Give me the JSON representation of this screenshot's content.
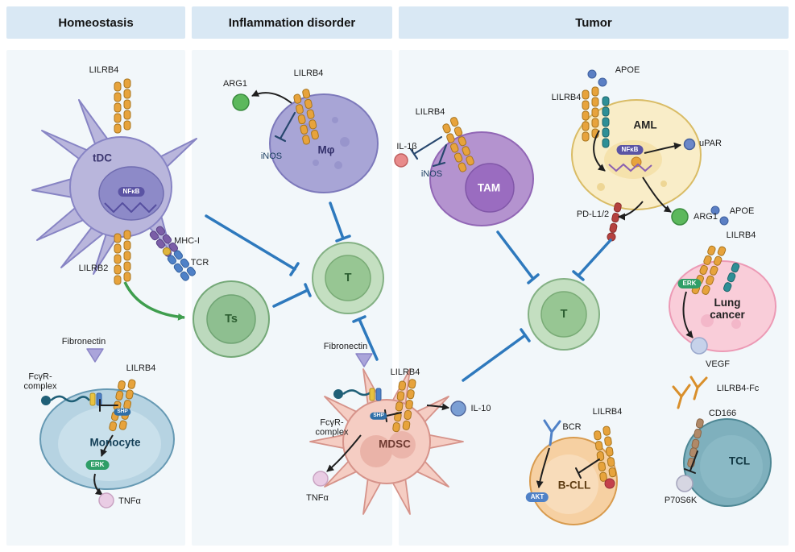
{
  "headers": {
    "homeostasis": "Homeostasis",
    "inflammation": "Inflammation disorder",
    "tumor": "Tumor"
  },
  "homeostasis": {
    "tdc": {
      "name": "tDC",
      "lilrb4": "LILRB4",
      "lilrb2": "LILRB2",
      "nfkb": "NFκB"
    },
    "synapse": {
      "mhc": "MHC-I",
      "tcr": "TCR"
    },
    "ts": {
      "name": "Ts"
    },
    "monocyte": {
      "name": "Monocyte",
      "fibronectin": "Fibronectin",
      "lilrb4": "LILRB4",
      "fcgr": "FcγR-\ncomplex",
      "shp": "SHP",
      "erk": "ERK",
      "tnfa": "TNFα"
    }
  },
  "inflammation": {
    "mphi": {
      "name": "Mφ",
      "lilrb4": "LILRB4",
      "arg1": "ARG1",
      "inos": "iNOS"
    },
    "t": {
      "name": "T"
    },
    "mdsc": {
      "name": "MDSC",
      "fibronectin": "Fibronectin",
      "lilrb4": "LILRB4",
      "fcgr": "FcγR-\ncomplex",
      "shp": "SHP",
      "il10": "IL-10",
      "tnfa": "TNFα"
    }
  },
  "tumor": {
    "tam": {
      "name": "TAM",
      "lilrb4": "LILRB4",
      "il1b": "IL-1β",
      "inos": "iNOS"
    },
    "aml": {
      "name": "AML",
      "apoe": "APOE",
      "lilrb4": "LILRB4",
      "nfkb": "NFκB",
      "upar": "uPAR",
      "arg1": "ARG1",
      "pdl12": "PD-L1/2"
    },
    "t": {
      "name": "T"
    },
    "lung": {
      "name": "Lung\ncancer",
      "apoe": "APOE",
      "lilrb4": "LILRB4",
      "erk": "ERK",
      "vegf": "VEGF"
    },
    "bcll": {
      "name": "B-CLL",
      "bcr": "BCR",
      "lilrb4": "LILRB4",
      "akt": "AKT"
    },
    "tcl": {
      "name": "TCL",
      "lilrb4fc": "LILRB4-Fc",
      "cd166": "CD166",
      "p70s6k": "P70S6K"
    }
  },
  "colors": {
    "header_bg": "#d9e8f4",
    "panel_bg": "#f2f7fa",
    "inhibition_line": "#2e79bd",
    "receptor_orange": "#e7a33c",
    "activation_green": "#3f9e4e"
  }
}
